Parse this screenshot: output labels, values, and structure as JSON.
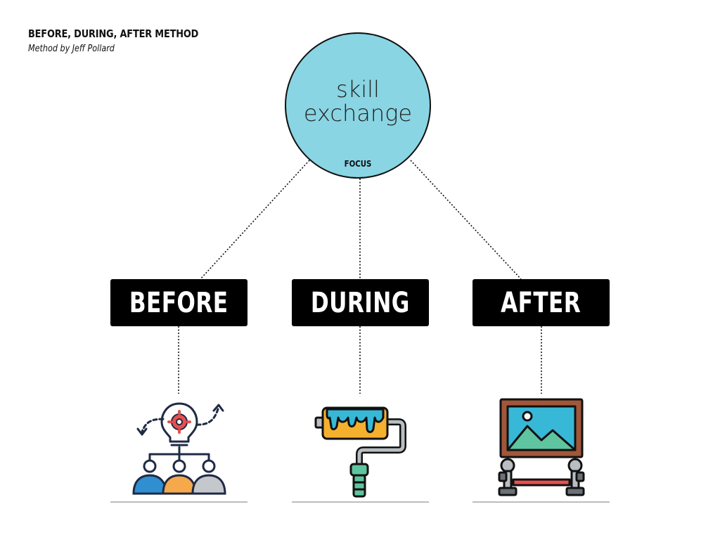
{
  "header": {
    "title": "BEFORE, DURING, AFTER METHOD",
    "subtitle": "Method  by Jeff Pollard"
  },
  "focus": {
    "text": "skill\nexchange",
    "label": "FOCUS",
    "color": "#89d5e3"
  },
  "stages": [
    {
      "label": "BEFORE",
      "icon": "lightbulb-team-icon"
    },
    {
      "label": "DURING",
      "icon": "paint-roller-icon"
    },
    {
      "label": "AFTER",
      "icon": "framed-picture-exhibit-icon"
    }
  ]
}
